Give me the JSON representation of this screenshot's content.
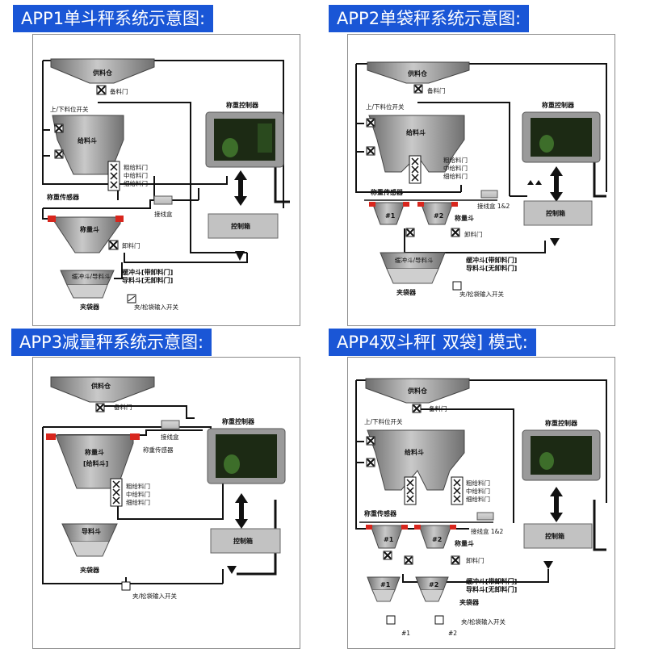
{
  "titles": {
    "app1": "APP1单斗秤系统示意图:",
    "app2": "APP2单袋秤系统示意图:",
    "app3": "APP3减量秤系统示意图:",
    "app4": "APP4双斗秤[ 双袋] 模式:"
  },
  "labels": {
    "supply_bin": "供料仓",
    "standby_gate": "备料门",
    "level_switch": "上/下料位开关",
    "feed_hopper": "给料斗",
    "feed_hopper_bracket": "[给料斗]",
    "coarse_gate": "粗给料门",
    "medium_gate": "中给料门",
    "fine_gate": "细给料门",
    "controller": "称重控制器",
    "load_sensor": "称重传感器",
    "junction_box": "接线盒",
    "junction_box_12": "接线盒 1&2",
    "control_box": "控制箱",
    "weigh_hopper": "称量斗",
    "discharge_gate": "卸料门",
    "buffer_guide_hopper": "缓冲斗/导料斗",
    "buffer_hopper_note": "缓冲斗[带卸料门]",
    "guide_hopper_note": "导料斗[无卸料门]",
    "guide_hopper": "导料斗",
    "bag_clamp": "夹袋器",
    "bag_switch": "夹/松袋输入开关",
    "unit1": "#1",
    "unit2": "#2"
  },
  "colors": {
    "title_bg": "#1a56d6",
    "sensor_red": "#d8261d",
    "hopper_gray": "#8c8c8c"
  }
}
